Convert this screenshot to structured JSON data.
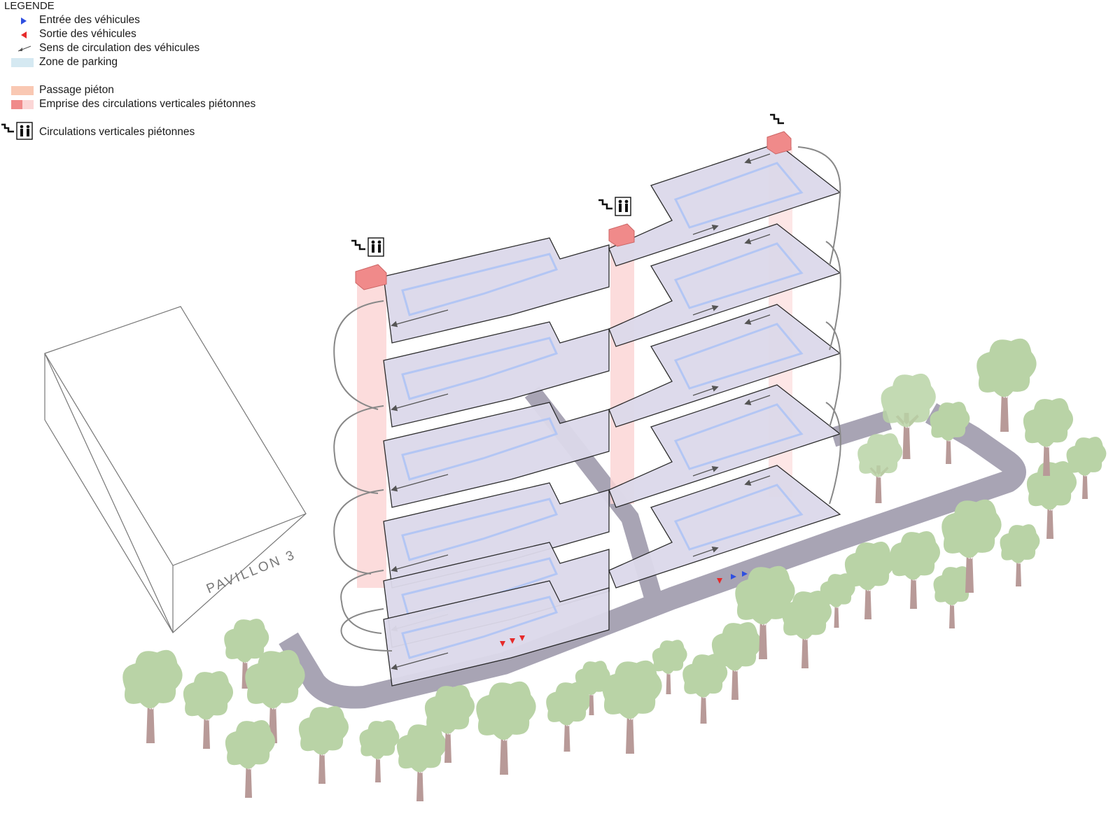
{
  "legend": {
    "title": "LEGENDE",
    "items": [
      {
        "label": "Entrée des véhicules",
        "symbol": "blue-triangle-icon",
        "color": "#2f4fe0"
      },
      {
        "label": "Sortie des véhicules",
        "symbol": "red-triangle-icon",
        "color": "#e62a2a"
      },
      {
        "label": "Sens de circulation des véhicules",
        "symbol": "arrow-icon",
        "color": "#555555"
      },
      {
        "label": "Zone de parking",
        "symbol": "parking-swatch",
        "color": "#d5e9f2"
      },
      {
        "label": "Passage piéton",
        "symbol": "crossing-swatch",
        "color": "#f9c8b3"
      },
      {
        "label": "Emprise des circulations verticales piétonnes",
        "symbol": "vertical-swatch",
        "color": "#f08a8a"
      },
      {
        "label": "Circulations verticales piétonnes",
        "symbol": "stairs-elevator-icon",
        "color": "#111111"
      }
    ]
  },
  "building": {
    "label": "PAVILLON  3"
  },
  "colors": {
    "slab": "#dcd9ea",
    "lane": "#f2f2f4",
    "parking_outline": "#b3c6f4",
    "core": "#f29a9a",
    "core_light": "#fbd6d6",
    "road": "#a8a4b4",
    "tree_canopy": "#b9d3a6",
    "tree_trunk": "#b89a98"
  }
}
